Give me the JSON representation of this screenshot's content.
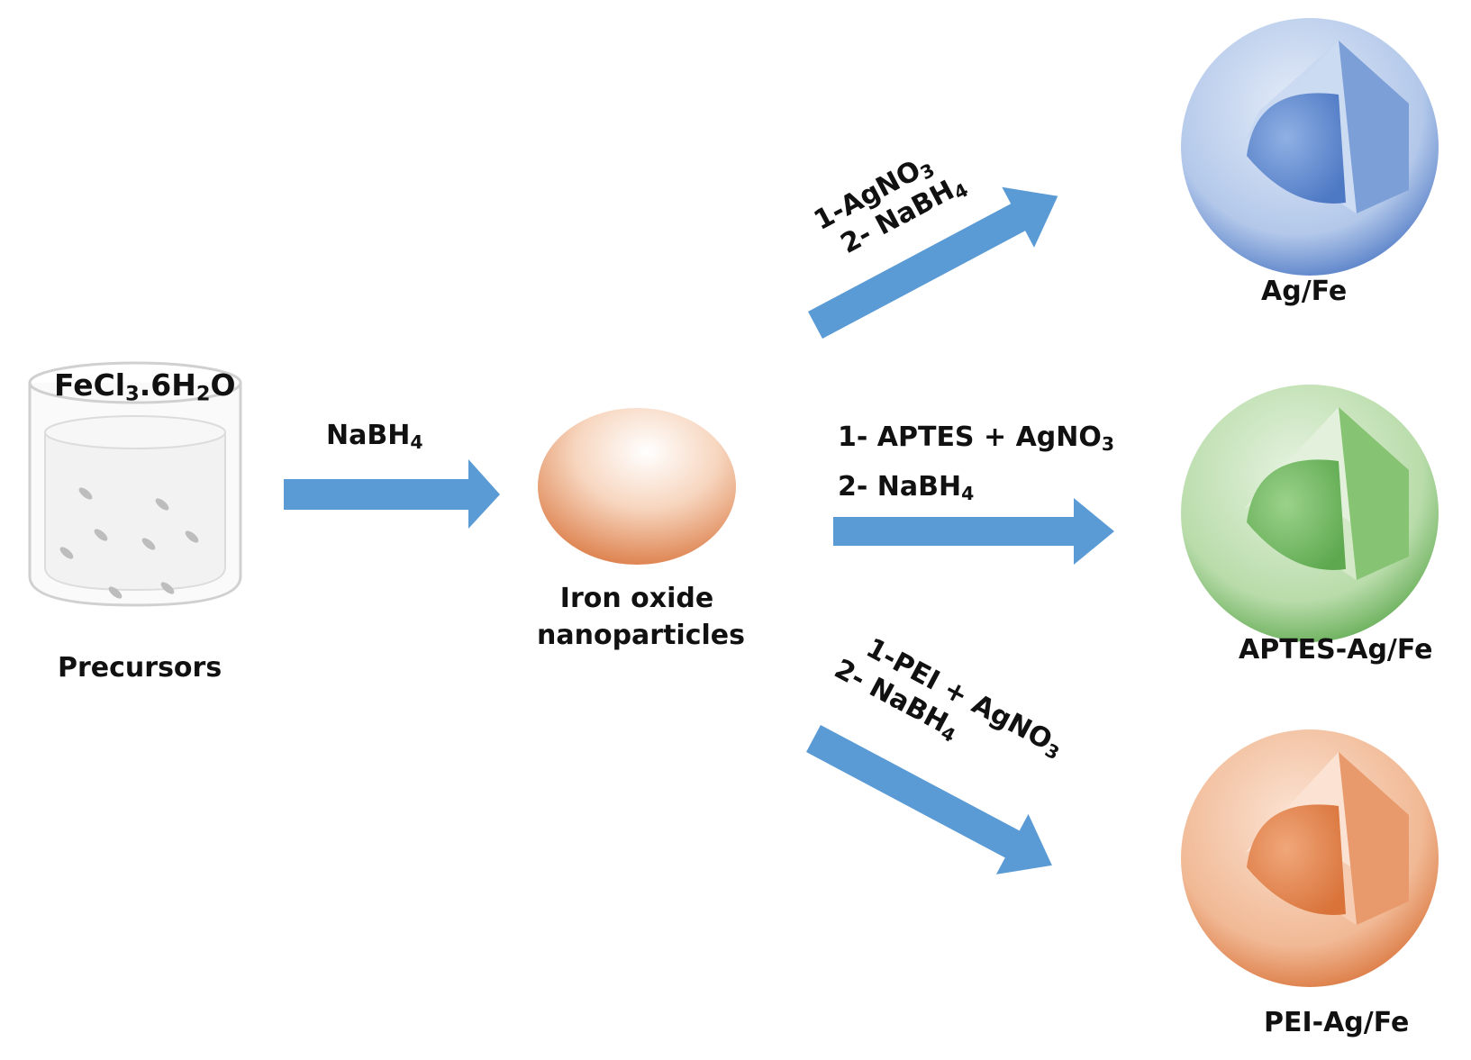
{
  "colors": {
    "arrow": "#5b9bd5",
    "blue_particle": "#4f7cc8",
    "green_particle": "#6ab15e",
    "orange_particle": "#df7f44",
    "iron_particle": "#e0854e"
  },
  "beaker": {
    "formula_parts": [
      "FeCl",
      "3",
      ".6H",
      "2",
      "O"
    ],
    "label": "Precursors"
  },
  "step1": {
    "reagent_parts": [
      "NaBH",
      "4"
    ]
  },
  "iron": {
    "label_line1": "Iron oxide",
    "label_line2": "nanoparticles"
  },
  "route_top": {
    "line1_parts": [
      "1-AgNO",
      "3"
    ],
    "line2_parts": [
      "2- NaBH",
      "4"
    ],
    "product": "Ag/Fe"
  },
  "route_mid": {
    "line1_parts": [
      "1- APTES + AgNO",
      "3"
    ],
    "line2_parts": [
      "2- NaBH",
      "4"
    ],
    "product": "APTES-Ag/Fe"
  },
  "route_bottom": {
    "line1_parts": [
      "1-PEI + AgNO",
      "3"
    ],
    "line2_parts": [
      "2- NaBH",
      "4"
    ],
    "product": "PEI-Ag/Fe"
  },
  "icons": {
    "beaker": "beaker-icon",
    "iron": "sphere-icon",
    "core_shell": "core-shell-sphere-icon"
  }
}
